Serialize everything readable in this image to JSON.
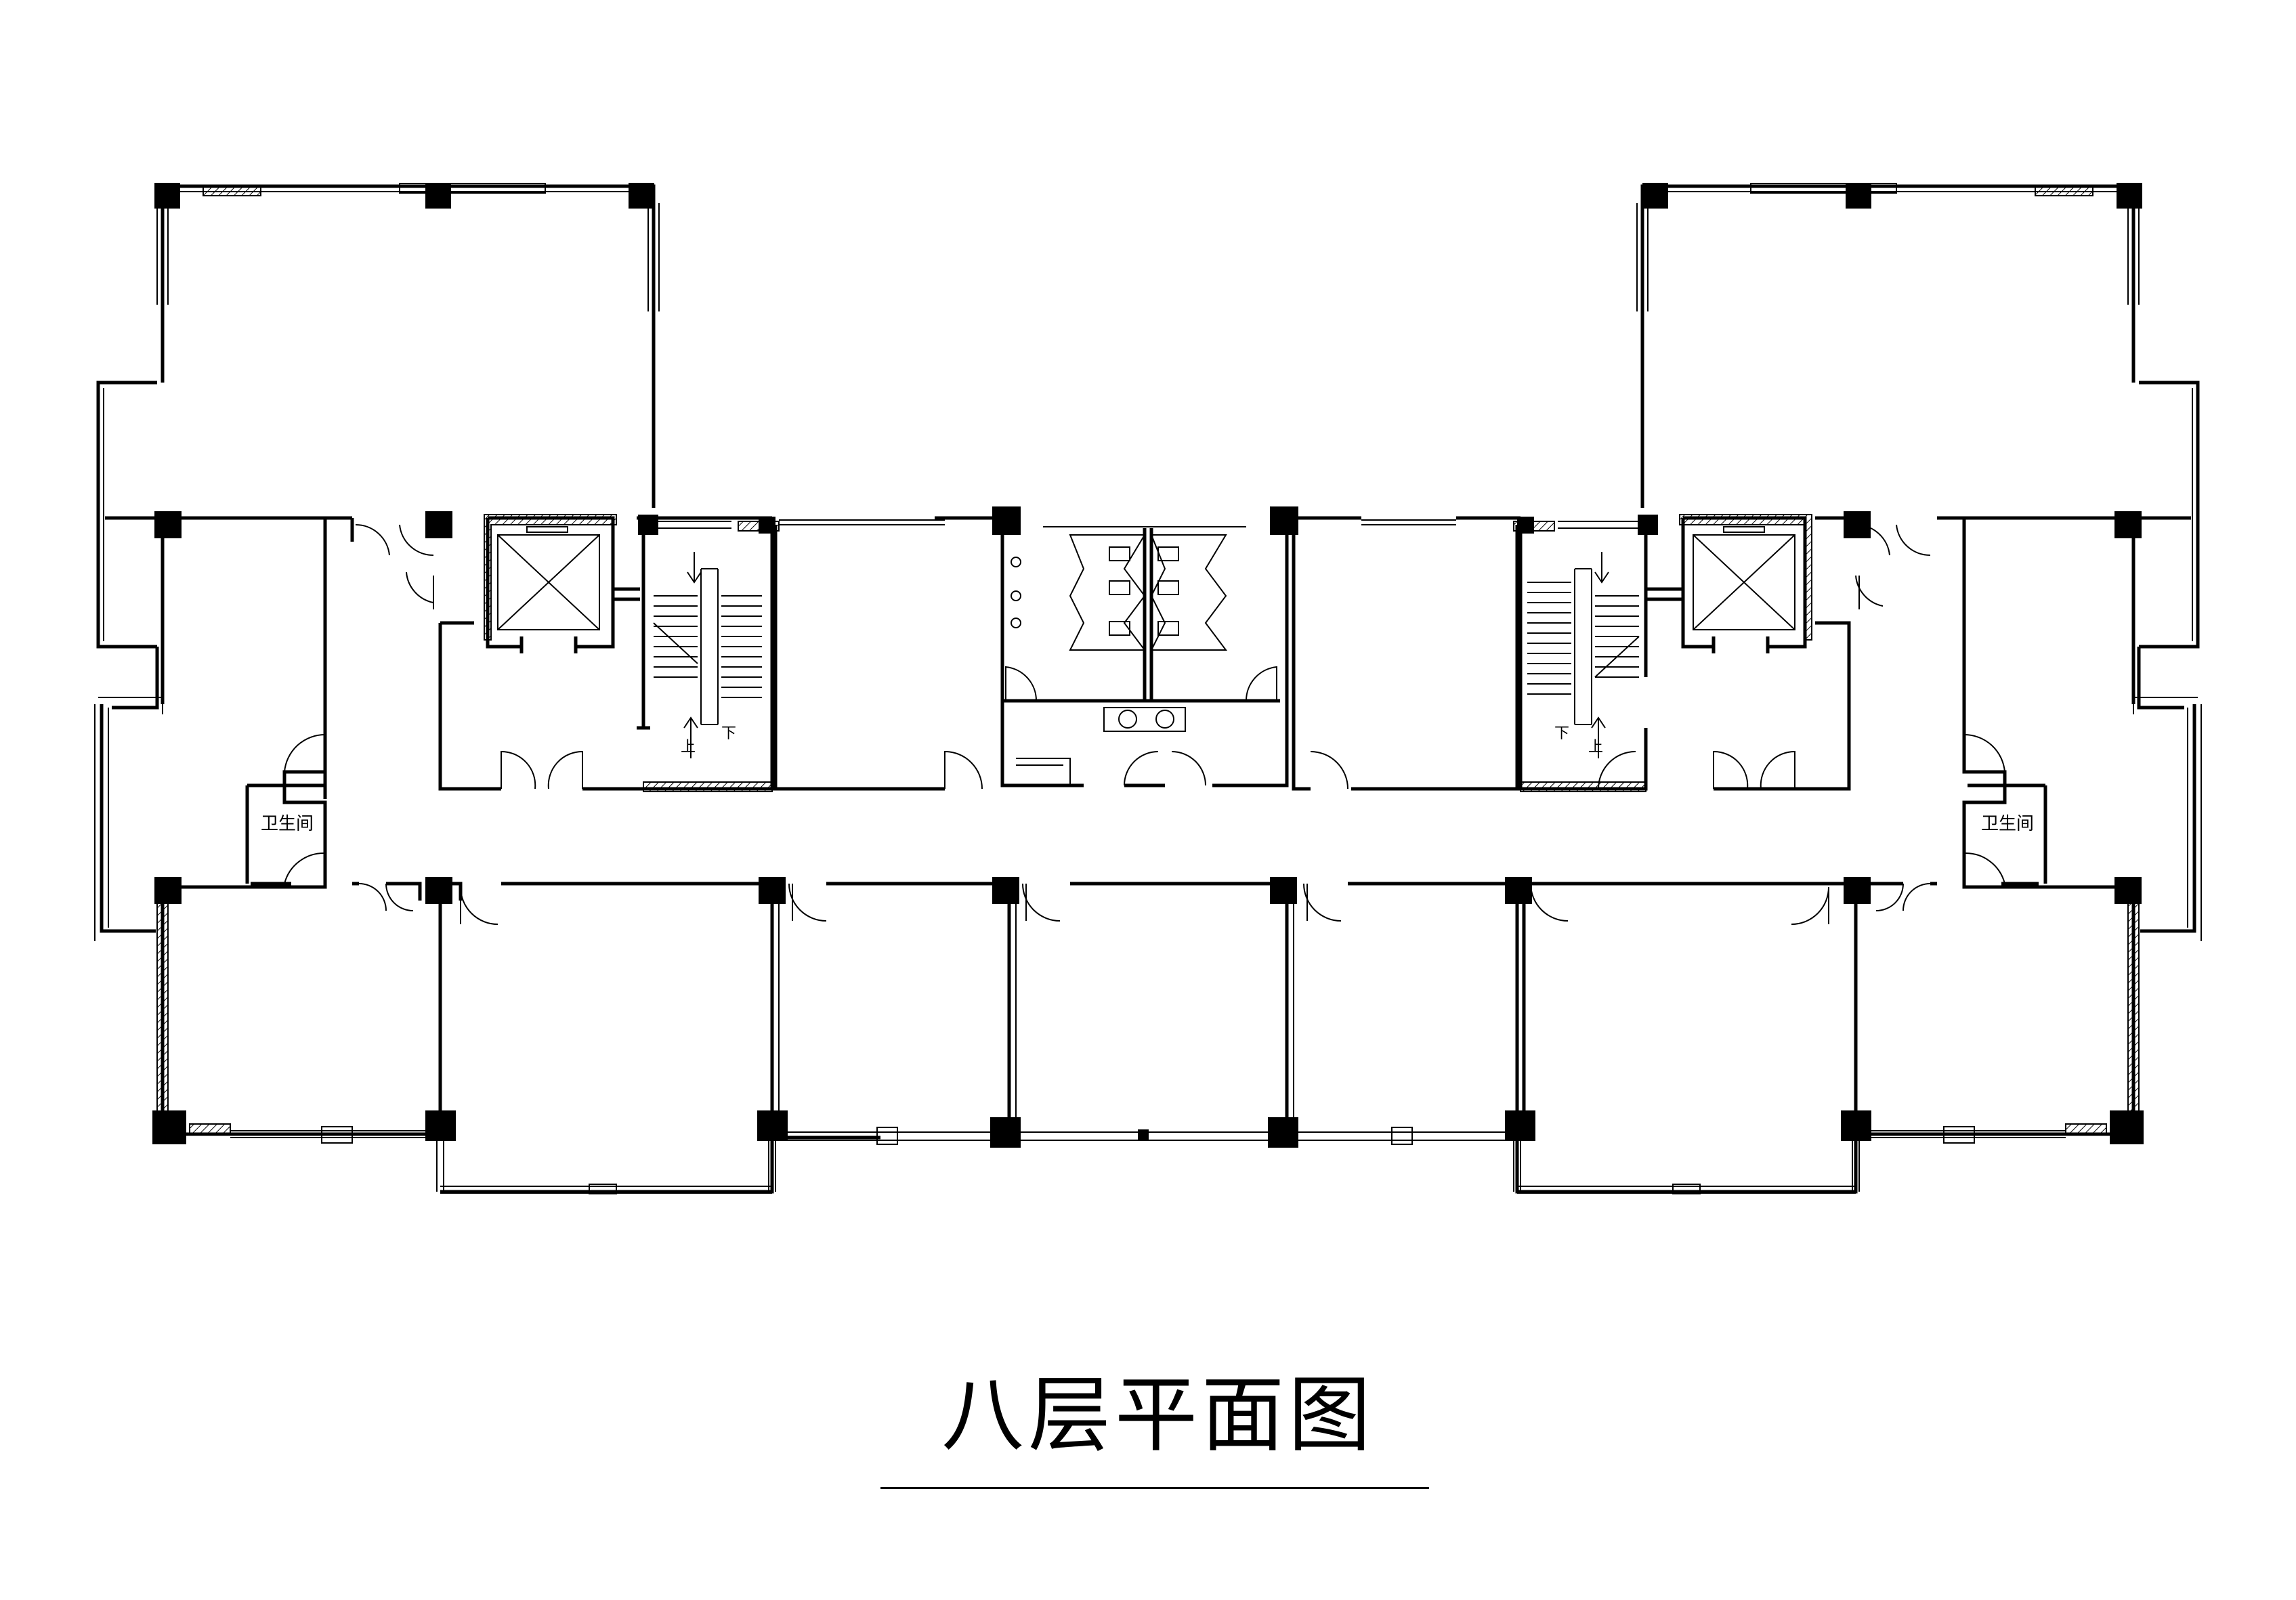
{
  "drawing": {
    "title": "八层平面图",
    "rooms": {
      "toilet_left": "卫生间",
      "toilet_right": "卫生间"
    },
    "stairs": {
      "up": "上",
      "down": "下"
    }
  }
}
